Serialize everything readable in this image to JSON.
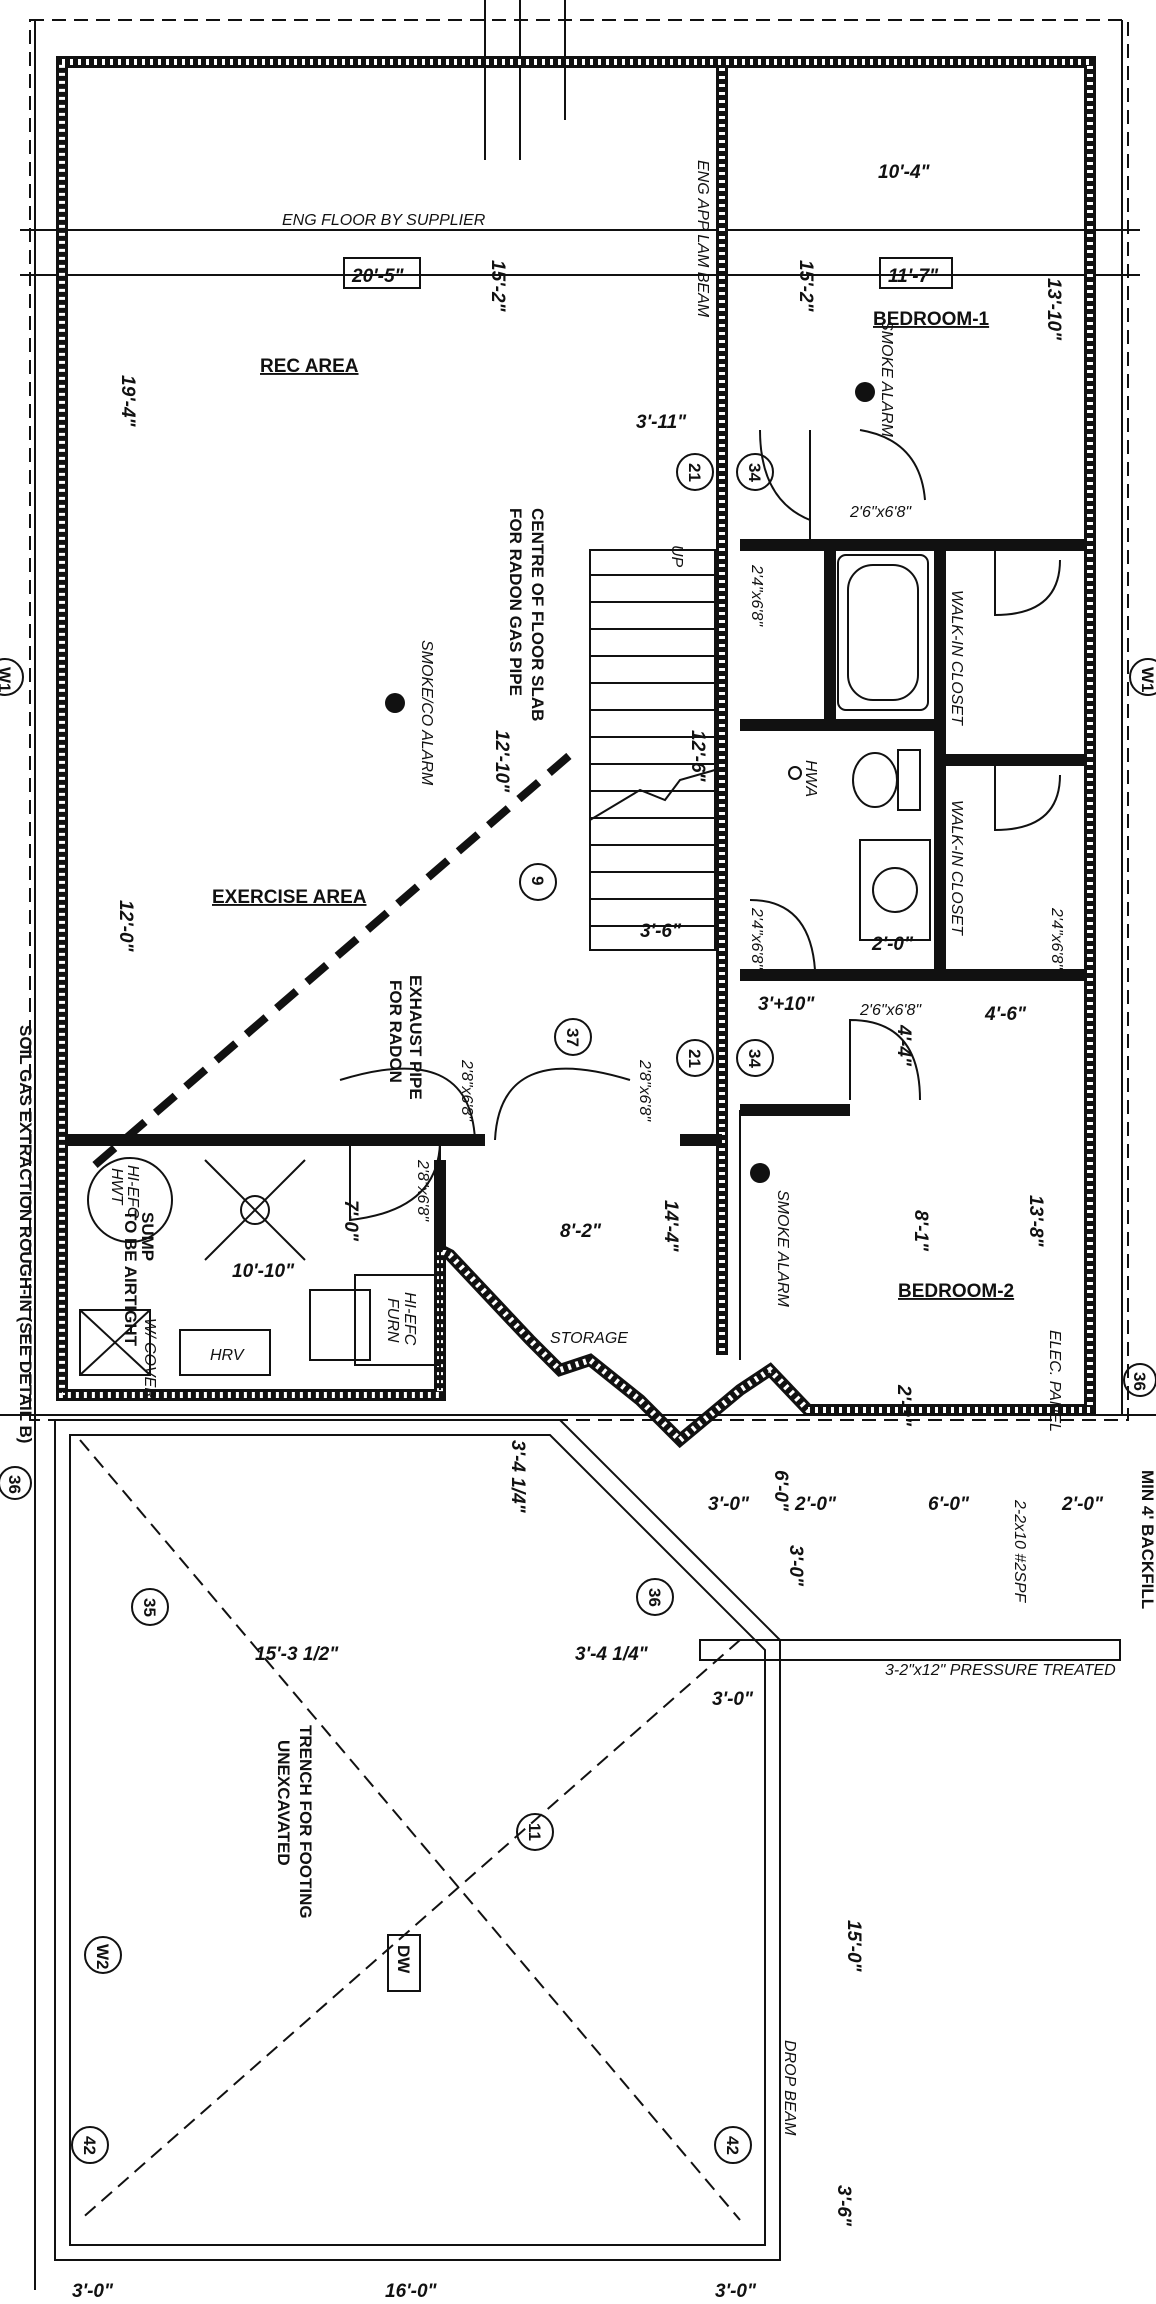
{
  "rooms": {
    "rec_area": "REC AREA",
    "exercise_area": "EXERCISE AREA",
    "bedroom_1": "BEDROOM-1",
    "bedroom_2": "BEDROOM-2",
    "storage": "STORAGE",
    "walk_in_closet_1": "WALK-IN CLOSET",
    "walk_in_closet_2": "WALK-IN CLOSET"
  },
  "notes": {
    "eng_floor": "ENG FLOOR BY SUPPLIER",
    "eng_beam": "ENG APP LAM BEAM",
    "smoke_alarm_1": "SMOKE ALARM",
    "smoke_alarm_2": "SMOKE ALARM",
    "smoke_co_alarm": "SMOKE/CO ALARM",
    "radon_centre_1": "CENTRE OF FLOOR SLAB",
    "radon_centre_2": "FOR RADON GAS PIPE",
    "exhaust_1": "EXHAUST PIPE",
    "exhaust_2": "FOR RADON",
    "soil_gas": "SOIL GAS EXTRACTION ROUGH-IN (SEE DETAIL B)",
    "hi_efc_hwt_1": "HI-EFC",
    "hi_efc_hwt_2": "HWT",
    "hi_efc_furn_1": "HI-EFC",
    "hi_efc_furn_2": "FURN",
    "hrv": "HRV",
    "sump_1": "SUMP",
    "sump_2": "TO BE AIRTIGHT",
    "sump_cover": "W/ COVER",
    "hwa": "HWA",
    "up": "UP",
    "pressure_treated": "3-2\"x12\" PRESSURE TREATED",
    "trench_1": "TRENCH FOR FOOTING",
    "trench_2": "UNEXCAVATED",
    "backfill": "MIN 4' BACKFILL",
    "ridge_beam": "DROP BEAM",
    "electrical_panel": "ELEC. PANEL",
    "lintel": "2-2x10 #2SPF"
  },
  "doors": {
    "d1": "2'6\"x6'8\"",
    "d2": "2'4\"x6'8\"",
    "d3": "2'4\"x6'8\"",
    "d4": "2'4\"x6'8\"",
    "d5": "2'6\"x6'8\"",
    "d6": "2'8\"x6'8\"",
    "d7": "2'8\"x6'8\"",
    "d8": "2'8\"x6'8\""
  },
  "dims": {
    "d_10_4": "10'-4\"",
    "d_20_5": "20'-5\"",
    "d_15_2a": "15'-2\"",
    "d_15_2b": "15'-2\"",
    "d_11_7": "11'-7\"",
    "d_13_10": "13'-10\"",
    "d_19_4": "19'-4\"",
    "d_3_11": "3'-11\"",
    "d_12_10": "12'-10\"",
    "d_12_6": "12'-6\"",
    "d_12_0": "12'-0\"",
    "d_3_6": "3'-6\"",
    "d_2_0a": "2'-0\"",
    "d_3_10": "3'+10\"",
    "d_4_6": "4'-6\"",
    "d_4_4": "4'-4\"",
    "d_8_2": "8'-2\"",
    "d_14_4": "14'-4\"",
    "d_8_1": "8'-1\"",
    "d_13_8": "13'-8\"",
    "d_10_10": "10'-10\"",
    "d_7_0": "7'-0\"",
    "d_2_3": "2'-3\"",
    "d_3_4q": "3'-4 1/4\"",
    "d_3_0a": "3'-0\"",
    "d_2_0b": "2'-0\"",
    "d_6_0": "6'-0\"",
    "d_2_0c": "2'-0\"",
    "d_3_0b": "3'-0\"",
    "d_15_3h": "15'-3 1/2\"",
    "d_3_4q2": "3'-4 1/4\"",
    "d_3_0c": "3'-0\"",
    "d_15_0": "15'-0\"",
    "d_3_6b": "3'-6\"",
    "d_3_0d": "3'-0\"",
    "d_16_0": "16'-0\"",
    "d_3_0e": "3'-0\"",
    "d_6_0b": "6'-0\""
  },
  "bubbles": {
    "b21a": "21",
    "b34a": "34",
    "b9": "9",
    "b37": "37",
    "b21b": "21",
    "b34b": "34",
    "b36a": "36",
    "b36b": "36",
    "b36c": "36",
    "b35": "35",
    "b11": "11",
    "bw2": "W2",
    "b42a": "42",
    "b42b": "42",
    "bw1a": "W1",
    "bw1b": "W1",
    "bdw": "DW"
  }
}
